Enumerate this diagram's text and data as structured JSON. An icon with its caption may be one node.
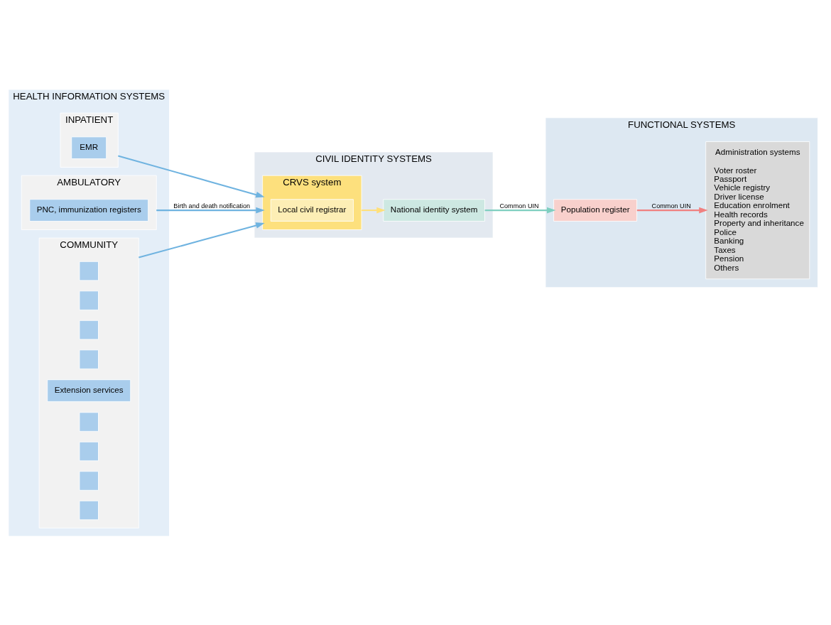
{
  "diagram": {
    "nodes": [
      {
        "text": [
          "HEALTH INFORMATION SYSTEMS"
        ]
      },
      {
        "text": [
          "INPATIENT"
        ],
        "in": 0
      },
      {
        "text": [
          "EMR"
        ],
        "in": 1
      },
      {
        "text": [
          "AMBULATORY"
        ],
        "in": 0
      },
      {
        "text": [
          "PNC, immunization registers"
        ],
        "in": 3
      },
      {
        "text": [
          "COMMUNITY"
        ],
        "in": 0
      },
      {
        "text": [],
        "shape": "box",
        "in": 5
      },
      {
        "text": [],
        "shape": "box",
        "in": 5
      },
      {
        "text": [],
        "shape": "box",
        "in": 5
      },
      {
        "text": [],
        "shape": "box",
        "in": 5
      },
      {
        "text": [
          "Extension services"
        ],
        "in": 5
      },
      {
        "text": [],
        "shape": "box",
        "in": 5
      },
      {
        "text": [],
        "shape": "box",
        "in": 5
      },
      {
        "text": [],
        "shape": "box",
        "in": 5
      },
      {
        "text": [],
        "shape": "box",
        "in": 5
      },
      {
        "text": [
          "CIVIL IDENTITY SYSTEMS"
        ]
      },
      {
        "text": [
          "National identity system"
        ],
        "in": 15
      },
      {
        "text": [
          "CRVS system"
        ],
        "in": 15
      },
      {
        "text": [
          "Local civil registrar"
        ],
        "in": 17
      },
      {
        "text": [
          "FUNCTIONAL SYSTEMS"
        ]
      },
      {
        "text": [
          "Population register"
        ],
        "in": 19
      },
      {
        "text": [
          "Administration systems",
          "Voter roster",
          "Passport",
          "Vehicle registry",
          "Driver license",
          "Education enrolment",
          "Health records",
          "Property and inheritance",
          "Police",
          "Banking",
          "Taxes",
          "Pension",
          "Others"
        ],
        "in": 19
      }
    ],
    "edges": [
      {
        "from": 1,
        "to": 17,
        "arrow": "to",
        "color": "#6fb3e0"
      },
      {
        "from": 3,
        "to": 17,
        "arrow": "to",
        "label": "Birth and death notification",
        "color": "#6fb3e0"
      },
      {
        "from": 5,
        "to": 17,
        "arrow": "to",
        "color": "#6fb3e0"
      },
      {
        "from": 17,
        "to": 16,
        "arrow": "to",
        "color": "#ffe07a"
      },
      {
        "from": 16,
        "to": 20,
        "arrow": "to",
        "label": "Common UIN",
        "color": "#7fcfc0"
      },
      {
        "from": 20,
        "to": 21,
        "arrow": "to",
        "label": "Common UIN",
        "color": "#f08080"
      }
    ]
  }
}
